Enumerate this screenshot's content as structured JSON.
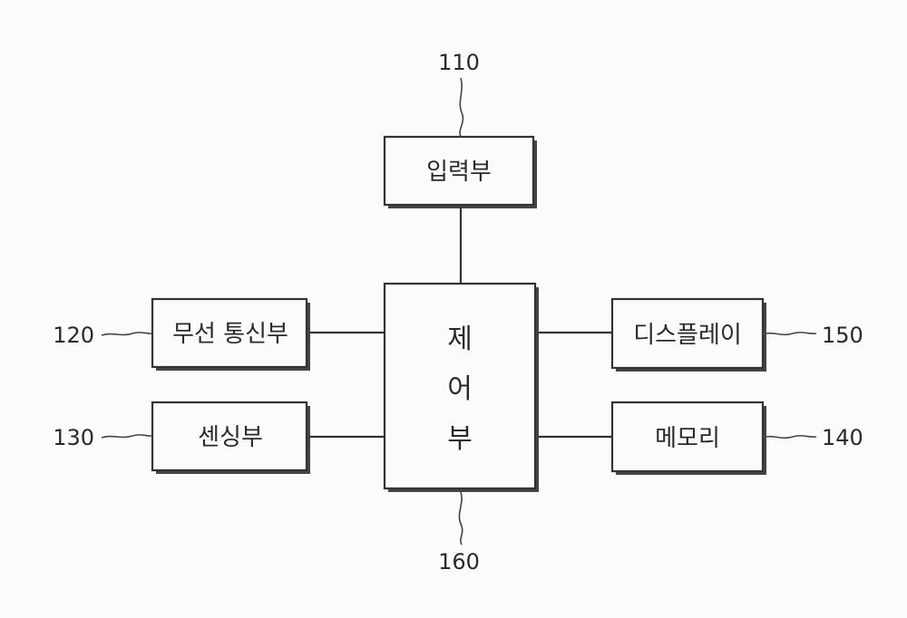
{
  "blocks": {
    "input": {
      "label": "입력부",
      "ref": "110"
    },
    "wireless": {
      "label": "무선 통신부",
      "ref": "120"
    },
    "sensing": {
      "label": "센싱부",
      "ref": "130"
    },
    "memory": {
      "label": "메모리",
      "ref": "140"
    },
    "display": {
      "label": "디스플레이",
      "ref": "150"
    },
    "controller": {
      "label_chars": [
        "제",
        "어",
        "부"
      ],
      "ref": "160"
    }
  }
}
